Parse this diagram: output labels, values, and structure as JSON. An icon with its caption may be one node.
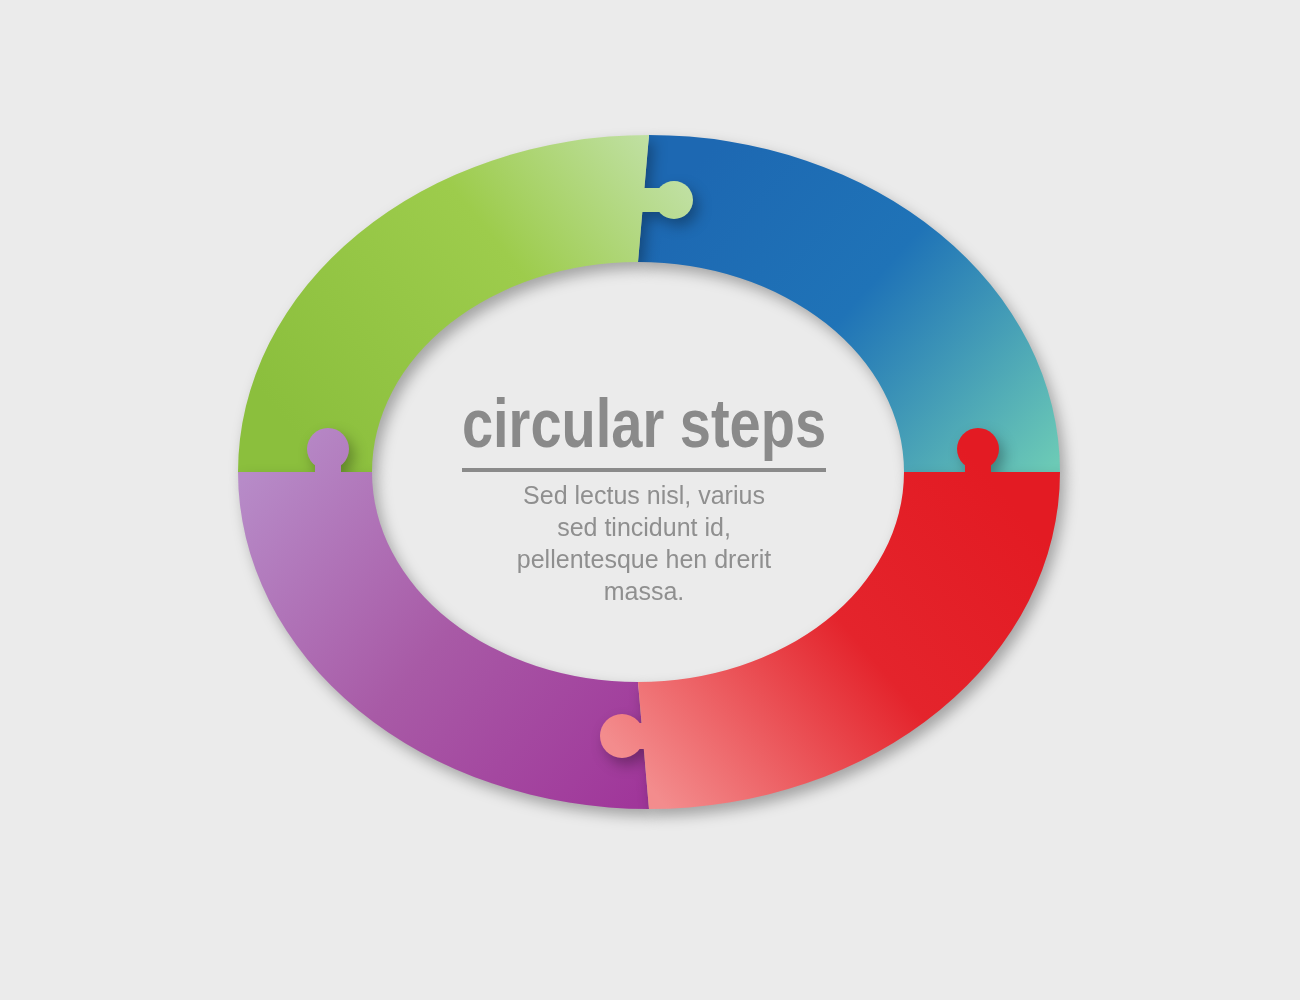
{
  "diagram": {
    "title": "circular steps",
    "nodes": [
      {
        "text": [],
        "shape": "puzzle"
      },
      {
        "text": [],
        "shape": "puzzle"
      },
      {
        "text": [],
        "shape": "puzzle"
      },
      {
        "text": [],
        "shape": "puzzle"
      }
    ],
    "labels": [
      "Sed lectus nisl, varius sed tincidunt id, pellentesque hen drerit massa."
    ]
  }
}
